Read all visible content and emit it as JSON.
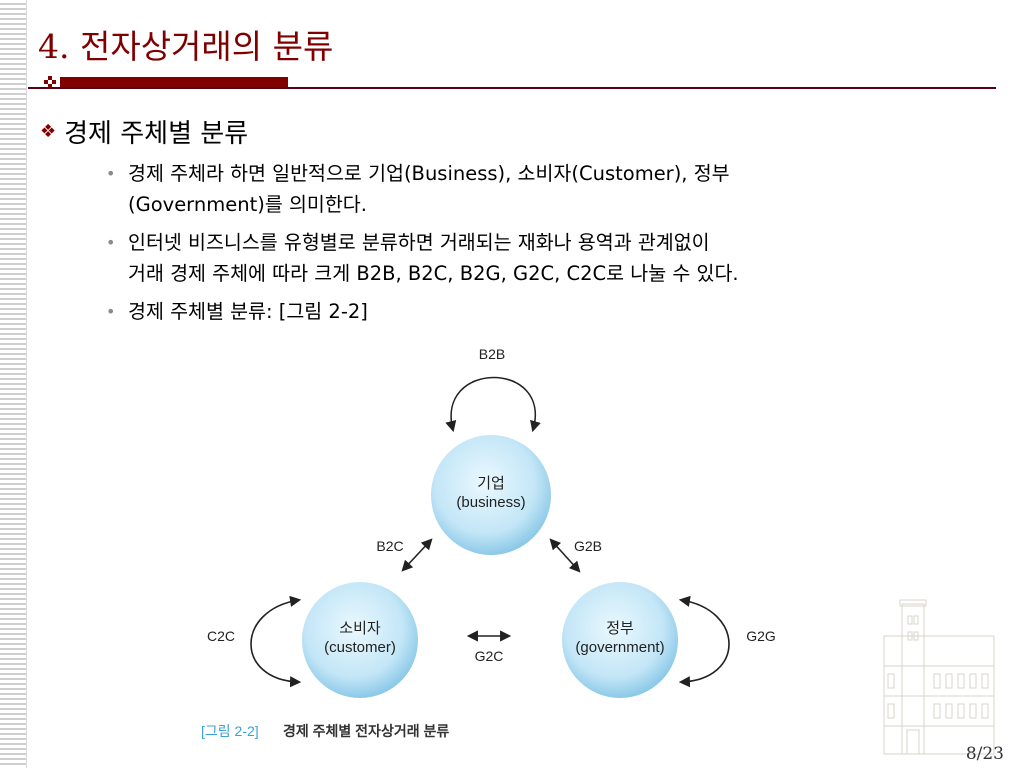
{
  "slide": {
    "title": "4. 전자상거래의 분류",
    "page_number": "8/23"
  },
  "section": {
    "heading": "경제 주체별 분류",
    "bullets": [
      {
        "line1": "경제 주체라 하면 일반적으로 기업(Business), 소비자(Customer), 정부",
        "line2": "(Government)를 의미한다."
      },
      {
        "line1": "인터넷 비즈니스를 유형별로 분류하면 거래되는 재화나 용역과 관계없이",
        "line2": "거래 경제 주체에 따라 크게 B2B, B2C, B2G, G2C, C2C로 나눌 수 있다."
      },
      {
        "line1": "경제 주체별 분류: [그림 2-2]",
        "line2": ""
      }
    ]
  },
  "figure": {
    "nodes": {
      "business": {
        "name": "기업",
        "sub": "(business)"
      },
      "customer": {
        "name": "소비자",
        "sub": "(customer)"
      },
      "government": {
        "name": "정부",
        "sub": "(government)"
      }
    },
    "edges": {
      "b2b": "B2B",
      "b2c": "B2C",
      "g2b": "G2B",
      "c2c": "C2C",
      "g2c": "G2C",
      "g2g": "G2G"
    },
    "caption_label": "[그림 2-2]",
    "caption_text": "경제 주체별 전자상거래 분류"
  },
  "colors": {
    "title": "#800000",
    "accent_bar": "#800000",
    "circle_center": "#e6f6fd",
    "circle_edge": "#8cc9e8",
    "caption_label": "#3aa3d4"
  }
}
